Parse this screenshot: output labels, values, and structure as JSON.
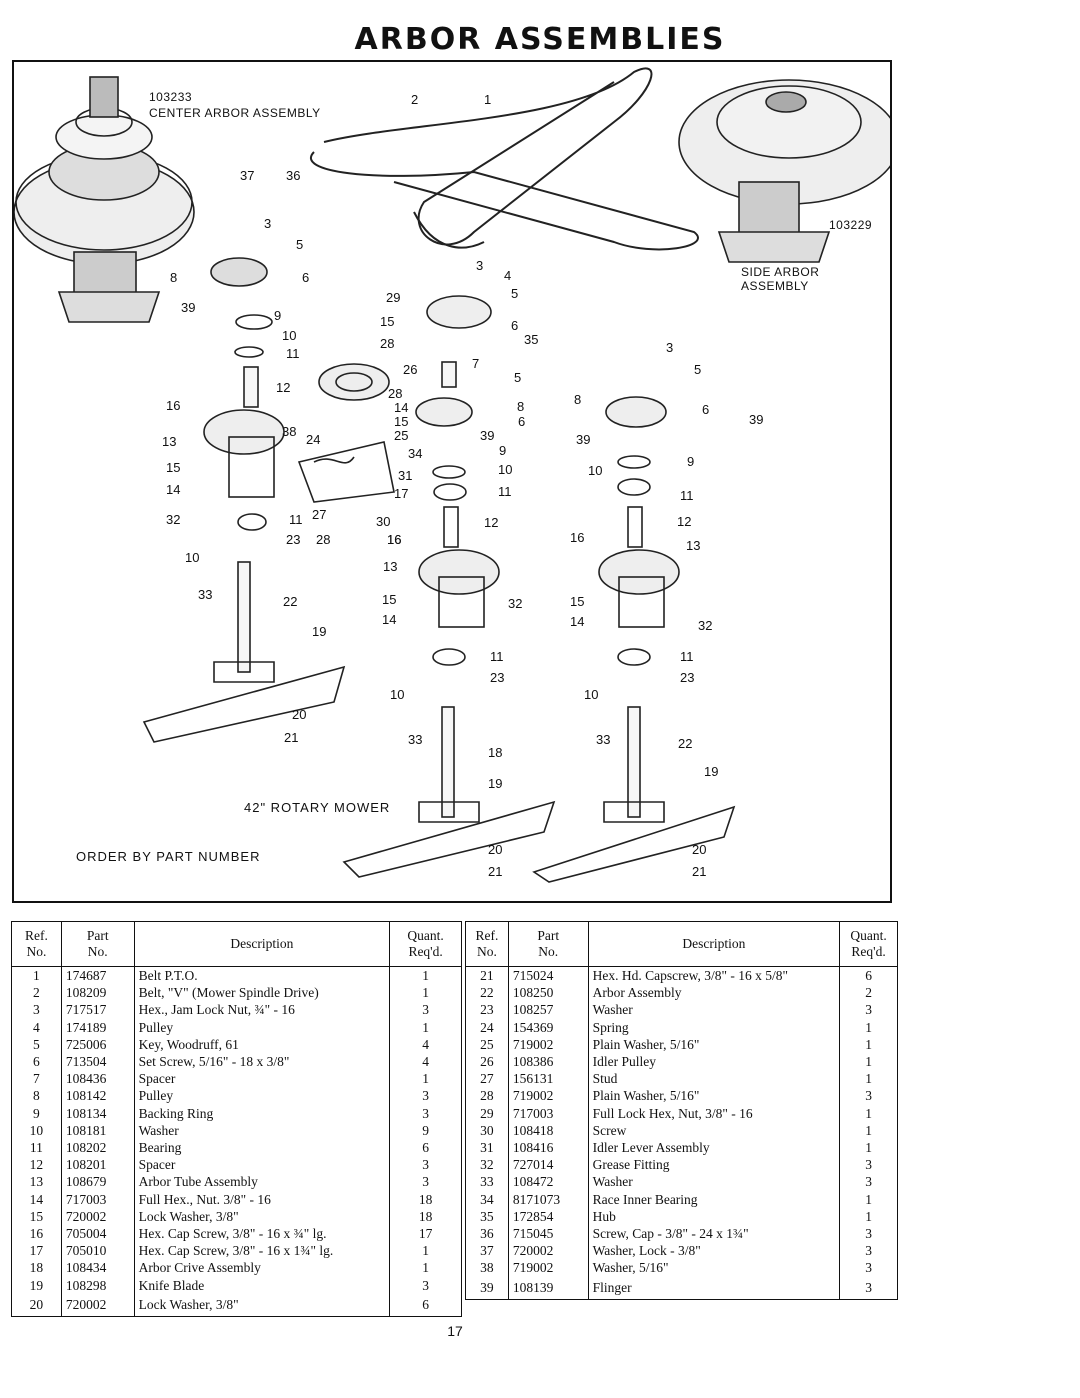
{
  "page_title": "ARBOR ASSEMBLIES",
  "diagram": {
    "center_arbor_part_no": "103233",
    "center_arbor_label": "CENTER ARBOR ASSEMBLY",
    "side_arbor_part_no": "103229",
    "side_arbor_label": "SIDE ARBOR ASSEMBLY",
    "mower_label": "42\" ROTARY MOWER",
    "order_note": "ORDER BY PART NUMBER",
    "callouts": [
      "1",
      "2",
      "3",
      "4",
      "5",
      "6",
      "7",
      "8",
      "9",
      "10",
      "11",
      "12",
      "13",
      "14",
      "15",
      "16",
      "17",
      "18",
      "19",
      "20",
      "21",
      "22",
      "23",
      "24",
      "25",
      "26",
      "27",
      "28",
      "29",
      "30",
      "31",
      "32",
      "33",
      "34",
      "35",
      "36",
      "37",
      "38",
      "39"
    ]
  },
  "table_headers": {
    "ref": "Ref.",
    "ref2": "No.",
    "part": "Part",
    "part2": "No.",
    "desc": "Description",
    "quant": "Quant.",
    "quant2": "Req'd."
  },
  "parts_left": [
    {
      "ref": "1",
      "part": "174687",
      "desc": "Belt P.T.O.",
      "qty": "1"
    },
    {
      "ref": "2",
      "part": "108209",
      "desc": "Belt, \"V\" (Mower Spindle Drive)",
      "qty": "1"
    },
    {
      "ref": "3",
      "part": "717517",
      "desc": "Hex., Jam Lock Nut, ¾\" - 16",
      "qty": "3"
    },
    {
      "ref": "4",
      "part": "174189",
      "desc": "Pulley",
      "qty": "1"
    },
    {
      "ref": "5",
      "part": "725006",
      "desc": "Key, Woodruff, 61",
      "qty": "4"
    },
    {
      "ref": "6",
      "part": "713504",
      "desc": "Set Screw, 5/16\" - 18 x 3/8\"",
      "qty": "4"
    },
    {
      "ref": "7",
      "part": "108436",
      "desc": "Spacer",
      "qty": "1"
    },
    {
      "ref": "8",
      "part": "108142",
      "desc": "Pulley",
      "qty": "3"
    },
    {
      "ref": "9",
      "part": "108134",
      "desc": "Backing Ring",
      "qty": "3"
    },
    {
      "ref": "10",
      "part": "108181",
      "desc": "Washer",
      "qty": "9"
    },
    {
      "ref": "11",
      "part": "108202",
      "desc": "Bearing",
      "qty": "6"
    },
    {
      "ref": "12",
      "part": "108201",
      "desc": "Spacer",
      "qty": "3"
    },
    {
      "ref": "13",
      "part": "108679",
      "desc": "Arbor Tube Assembly",
      "qty": "3"
    },
    {
      "ref": "14",
      "part": "717003",
      "desc": "Full Hex., Nut. 3/8\" - 16",
      "qty": "18"
    },
    {
      "ref": "15",
      "part": "720002",
      "desc": "Lock Washer, 3/8\"",
      "qty": "18"
    },
    {
      "ref": "16",
      "part": "705004",
      "desc": "Hex. Cap Screw, 3/8\" - 16 x ¾\" lg.",
      "qty": "17"
    },
    {
      "ref": "17",
      "part": "705010",
      "desc": "Hex. Cap Screw, 3/8\" - 16 x 1¾\" lg.",
      "qty": "1"
    },
    {
      "ref": "18",
      "part": "108434",
      "desc": "Arbor Crive Assembly",
      "qty": "1"
    },
    {
      "ref": "19",
      "part": "108298",
      "desc": "Knife Blade",
      "qty": "3"
    },
    {
      "ref": "20",
      "part": "720002",
      "desc": "Lock Washer, 3/8\"",
      "qty": "6"
    }
  ],
  "parts_right": [
    {
      "ref": "21",
      "part": "715024",
      "desc": "Hex. Hd. Capscrew, 3/8\" - 16 x 5/8\"",
      "qty": "6"
    },
    {
      "ref": "22",
      "part": "108250",
      "desc": "Arbor Assembly",
      "qty": "2"
    },
    {
      "ref": "23",
      "part": "108257",
      "desc": "Washer",
      "qty": "3"
    },
    {
      "ref": "24",
      "part": "154369",
      "desc": "Spring",
      "qty": "1"
    },
    {
      "ref": "25",
      "part": "719002",
      "desc": "Plain Washer, 5/16\"",
      "qty": "1"
    },
    {
      "ref": "26",
      "part": "108386",
      "desc": "Idler Pulley",
      "qty": "1"
    },
    {
      "ref": "27",
      "part": "156131",
      "desc": "Stud",
      "qty": "1"
    },
    {
      "ref": "28",
      "part": "719002",
      "desc": "Plain Washer, 5/16\"",
      "qty": "3"
    },
    {
      "ref": "29",
      "part": "717003",
      "desc": "Full Lock Hex, Nut, 3/8\" - 16",
      "qty": "1"
    },
    {
      "ref": "30",
      "part": "108418",
      "desc": "Screw",
      "qty": "1"
    },
    {
      "ref": "31",
      "part": "108416",
      "desc": "Idler Lever Assembly",
      "qty": "1"
    },
    {
      "ref": "32",
      "part": "727014",
      "desc": "Grease Fitting",
      "qty": "3"
    },
    {
      "ref": "33",
      "part": "108472",
      "desc": "Washer",
      "qty": "3"
    },
    {
      "ref": "34",
      "part": "8171073",
      "desc": "Race Inner Bearing",
      "qty": "1"
    },
    {
      "ref": "35",
      "part": "172854",
      "desc": "Hub",
      "qty": "1"
    },
    {
      "ref": "36",
      "part": "715045",
      "desc": "Screw, Cap - 3/8\" - 24 x 1¾\"",
      "qty": "3"
    },
    {
      "ref": "37",
      "part": "720002",
      "desc": "Washer, Lock - 3/8\"",
      "qty": "3"
    },
    {
      "ref": "38",
      "part": "719002",
      "desc": "Washer, 5/16\"",
      "qty": "3"
    },
    {
      "ref": "39",
      "part": "108139",
      "desc": "Flinger",
      "qty": "3"
    }
  ],
  "page_number": "17"
}
